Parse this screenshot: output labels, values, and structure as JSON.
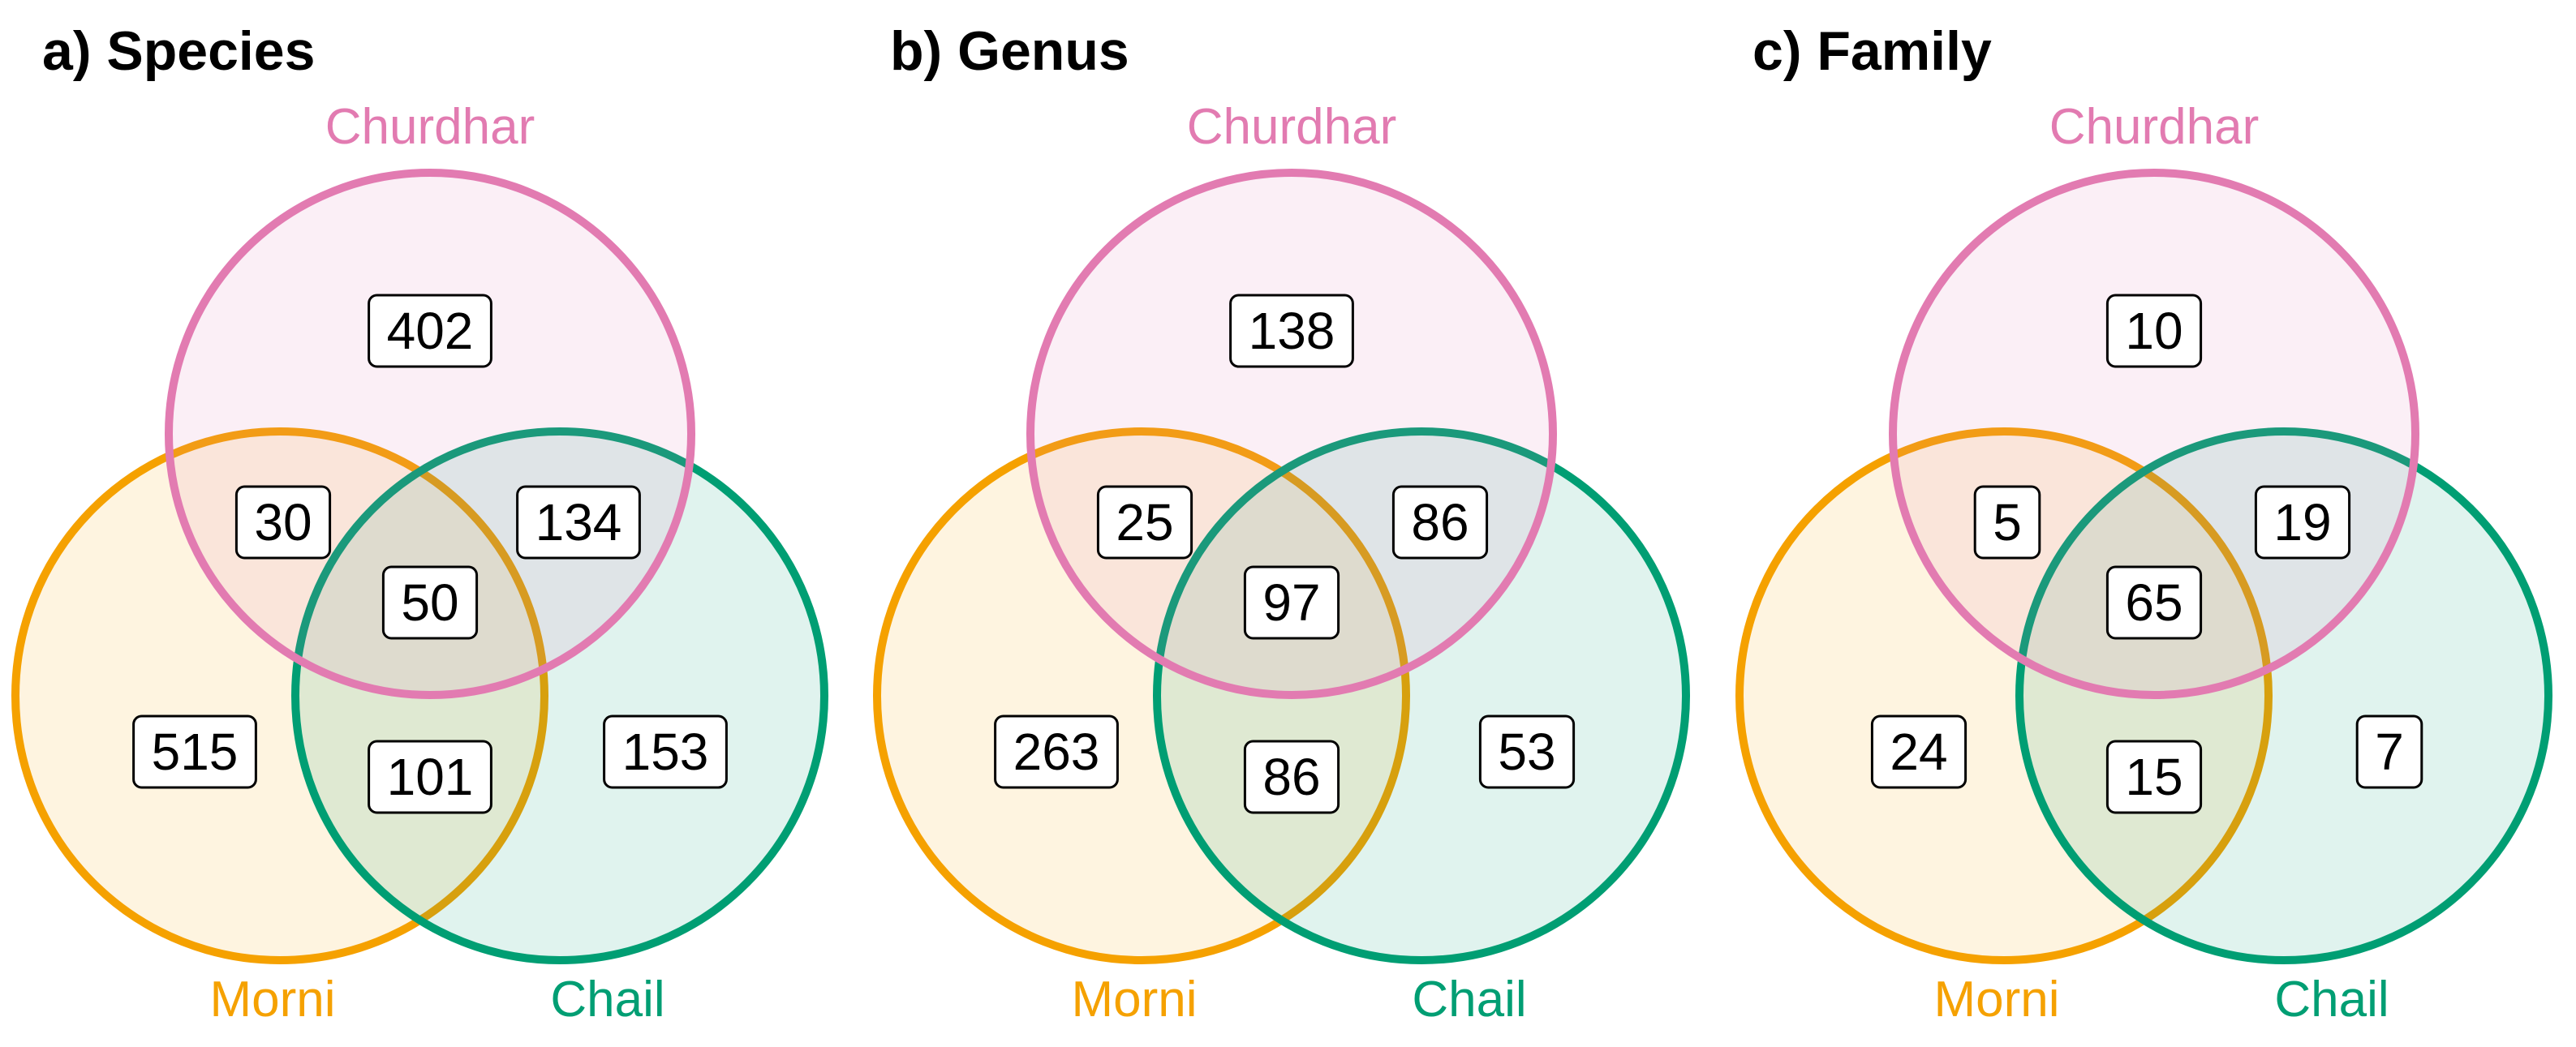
{
  "colors": {
    "Churdhar": "#e27bb1",
    "Morni": "#f5a100",
    "Chail": "#009e73"
  },
  "panels": [
    {
      "title": "a) Species",
      "labels": {
        "top": "Churdhar",
        "left": "Morni",
        "right": "Chail"
      },
      "counts": {
        "churdhar_only": "402",
        "churdhar_morni": "30",
        "churdhar_chail": "134",
        "all_three": "50",
        "morni_only": "515",
        "morni_chail": "101",
        "chail_only": "153"
      }
    },
    {
      "title": "b) Genus",
      "labels": {
        "top": "Churdhar",
        "left": "Morni",
        "right": "Chail"
      },
      "counts": {
        "churdhar_only": "138",
        "churdhar_morni": "25",
        "churdhar_chail": "86",
        "all_three": "97",
        "morni_only": "263",
        "morni_chail": "86",
        "chail_only": "53"
      }
    },
    {
      "title": "c) Family",
      "labels": {
        "top": "Churdhar",
        "left": "Morni",
        "right": "Chail"
      },
      "counts": {
        "churdhar_only": "10",
        "churdhar_morni": "5",
        "churdhar_chail": "19",
        "all_three": "65",
        "morni_only": "24",
        "morni_chail": "15",
        "chail_only": "7"
      }
    }
  ]
}
